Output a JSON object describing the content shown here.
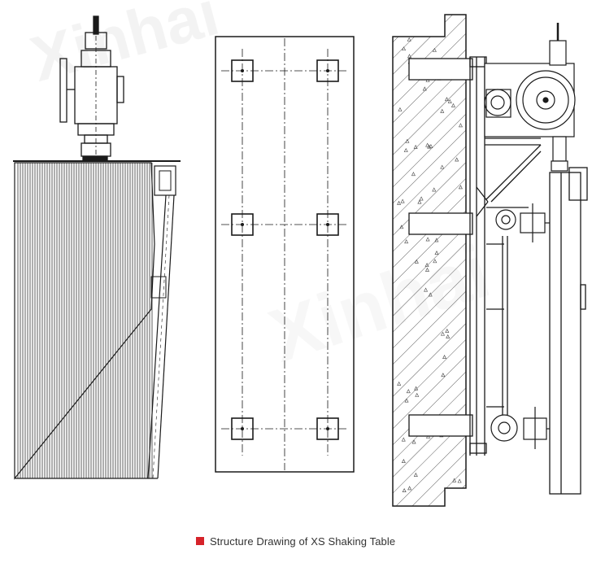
{
  "caption": {
    "text": "Structure Drawing of XS Shaking Table",
    "marker_color": "#d6232a"
  },
  "colors": {
    "line": "#1a1a1a",
    "hatch": "#333333",
    "watermark": "#ececec"
  },
  "views": [
    {
      "name": "side-view"
    },
    {
      "name": "foundation-plan-view"
    },
    {
      "name": "installation-section-view"
    }
  ],
  "watermark_icon": "xinhai-logo-watermark"
}
